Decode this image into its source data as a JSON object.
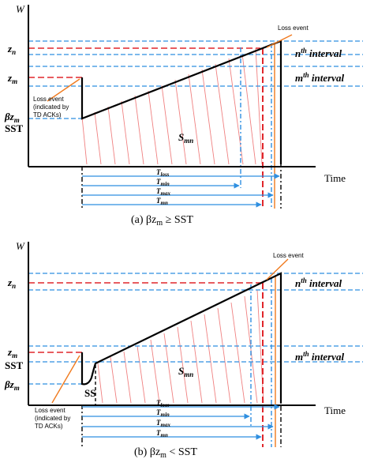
{
  "colors": {
    "red": "#e0262b",
    "blue": "#2f8fe0",
    "orange": "#f07a1e",
    "hatch": "#f08080"
  },
  "panel_a": {
    "y_axis_label": "W",
    "x_axis_label": "Time",
    "z_n": "z",
    "z_n_sub": "n",
    "z_m": "z",
    "z_m_sub": "m",
    "beta_z_m": "βz",
    "beta_z_m_sub": "m",
    "sst": "SST",
    "loss_event_top": "Loss event",
    "loss_event_left_1": "Loss event",
    "loss_event_left_2": "(indicated by",
    "loss_event_left_3": "TD ACKs)",
    "n_interval": "n",
    "n_interval_sup": "th",
    "n_interval_word": " interval",
    "m_interval": "m",
    "m_interval_sup": "th",
    "m_interval_word": " interval",
    "area": "S",
    "area_sub": "mn",
    "t_loss": "T",
    "t_loss_sub": "loss",
    "t_min": "T",
    "t_min_sub": "min",
    "t_max": "T",
    "t_max_sub": "max",
    "t_mn": "T",
    "t_mn_sub": "mn",
    "caption": "(a)  βz",
    "caption_sub": "m",
    "caption_rest": " ≥ SST"
  },
  "panel_b": {
    "y_axis_label": "W",
    "x_axis_label": "Time",
    "z_n": "z",
    "z_n_sub": "n",
    "z_m": "z",
    "z_m_sub": "m",
    "sst": "SST",
    "beta_z_m": "βz",
    "beta_z_m_sub": "m",
    "loss_event_top": "Loss event",
    "loss_event_left_1": "Loss event",
    "loss_event_left_2": "(indicated by",
    "loss_event_left_3": "TD ACKs)",
    "ss": "SS",
    "n_interval": "n",
    "n_interval_sup": "th",
    "n_interval_word": " interval",
    "m_interval": "m",
    "m_interval_sup": "th",
    "m_interval_word": " interval",
    "area": "S",
    "area_sub": "mn",
    "t_loss": "T",
    "t_loss_sub": "loss",
    "t_min": "T",
    "t_min_sub": "min",
    "t_max": "T",
    "t_max_sub": "max",
    "t_mn": "T",
    "t_mn_sub": "mn",
    "caption": "(b)  βz",
    "caption_sub": "m",
    "caption_rest": " < SST"
  }
}
